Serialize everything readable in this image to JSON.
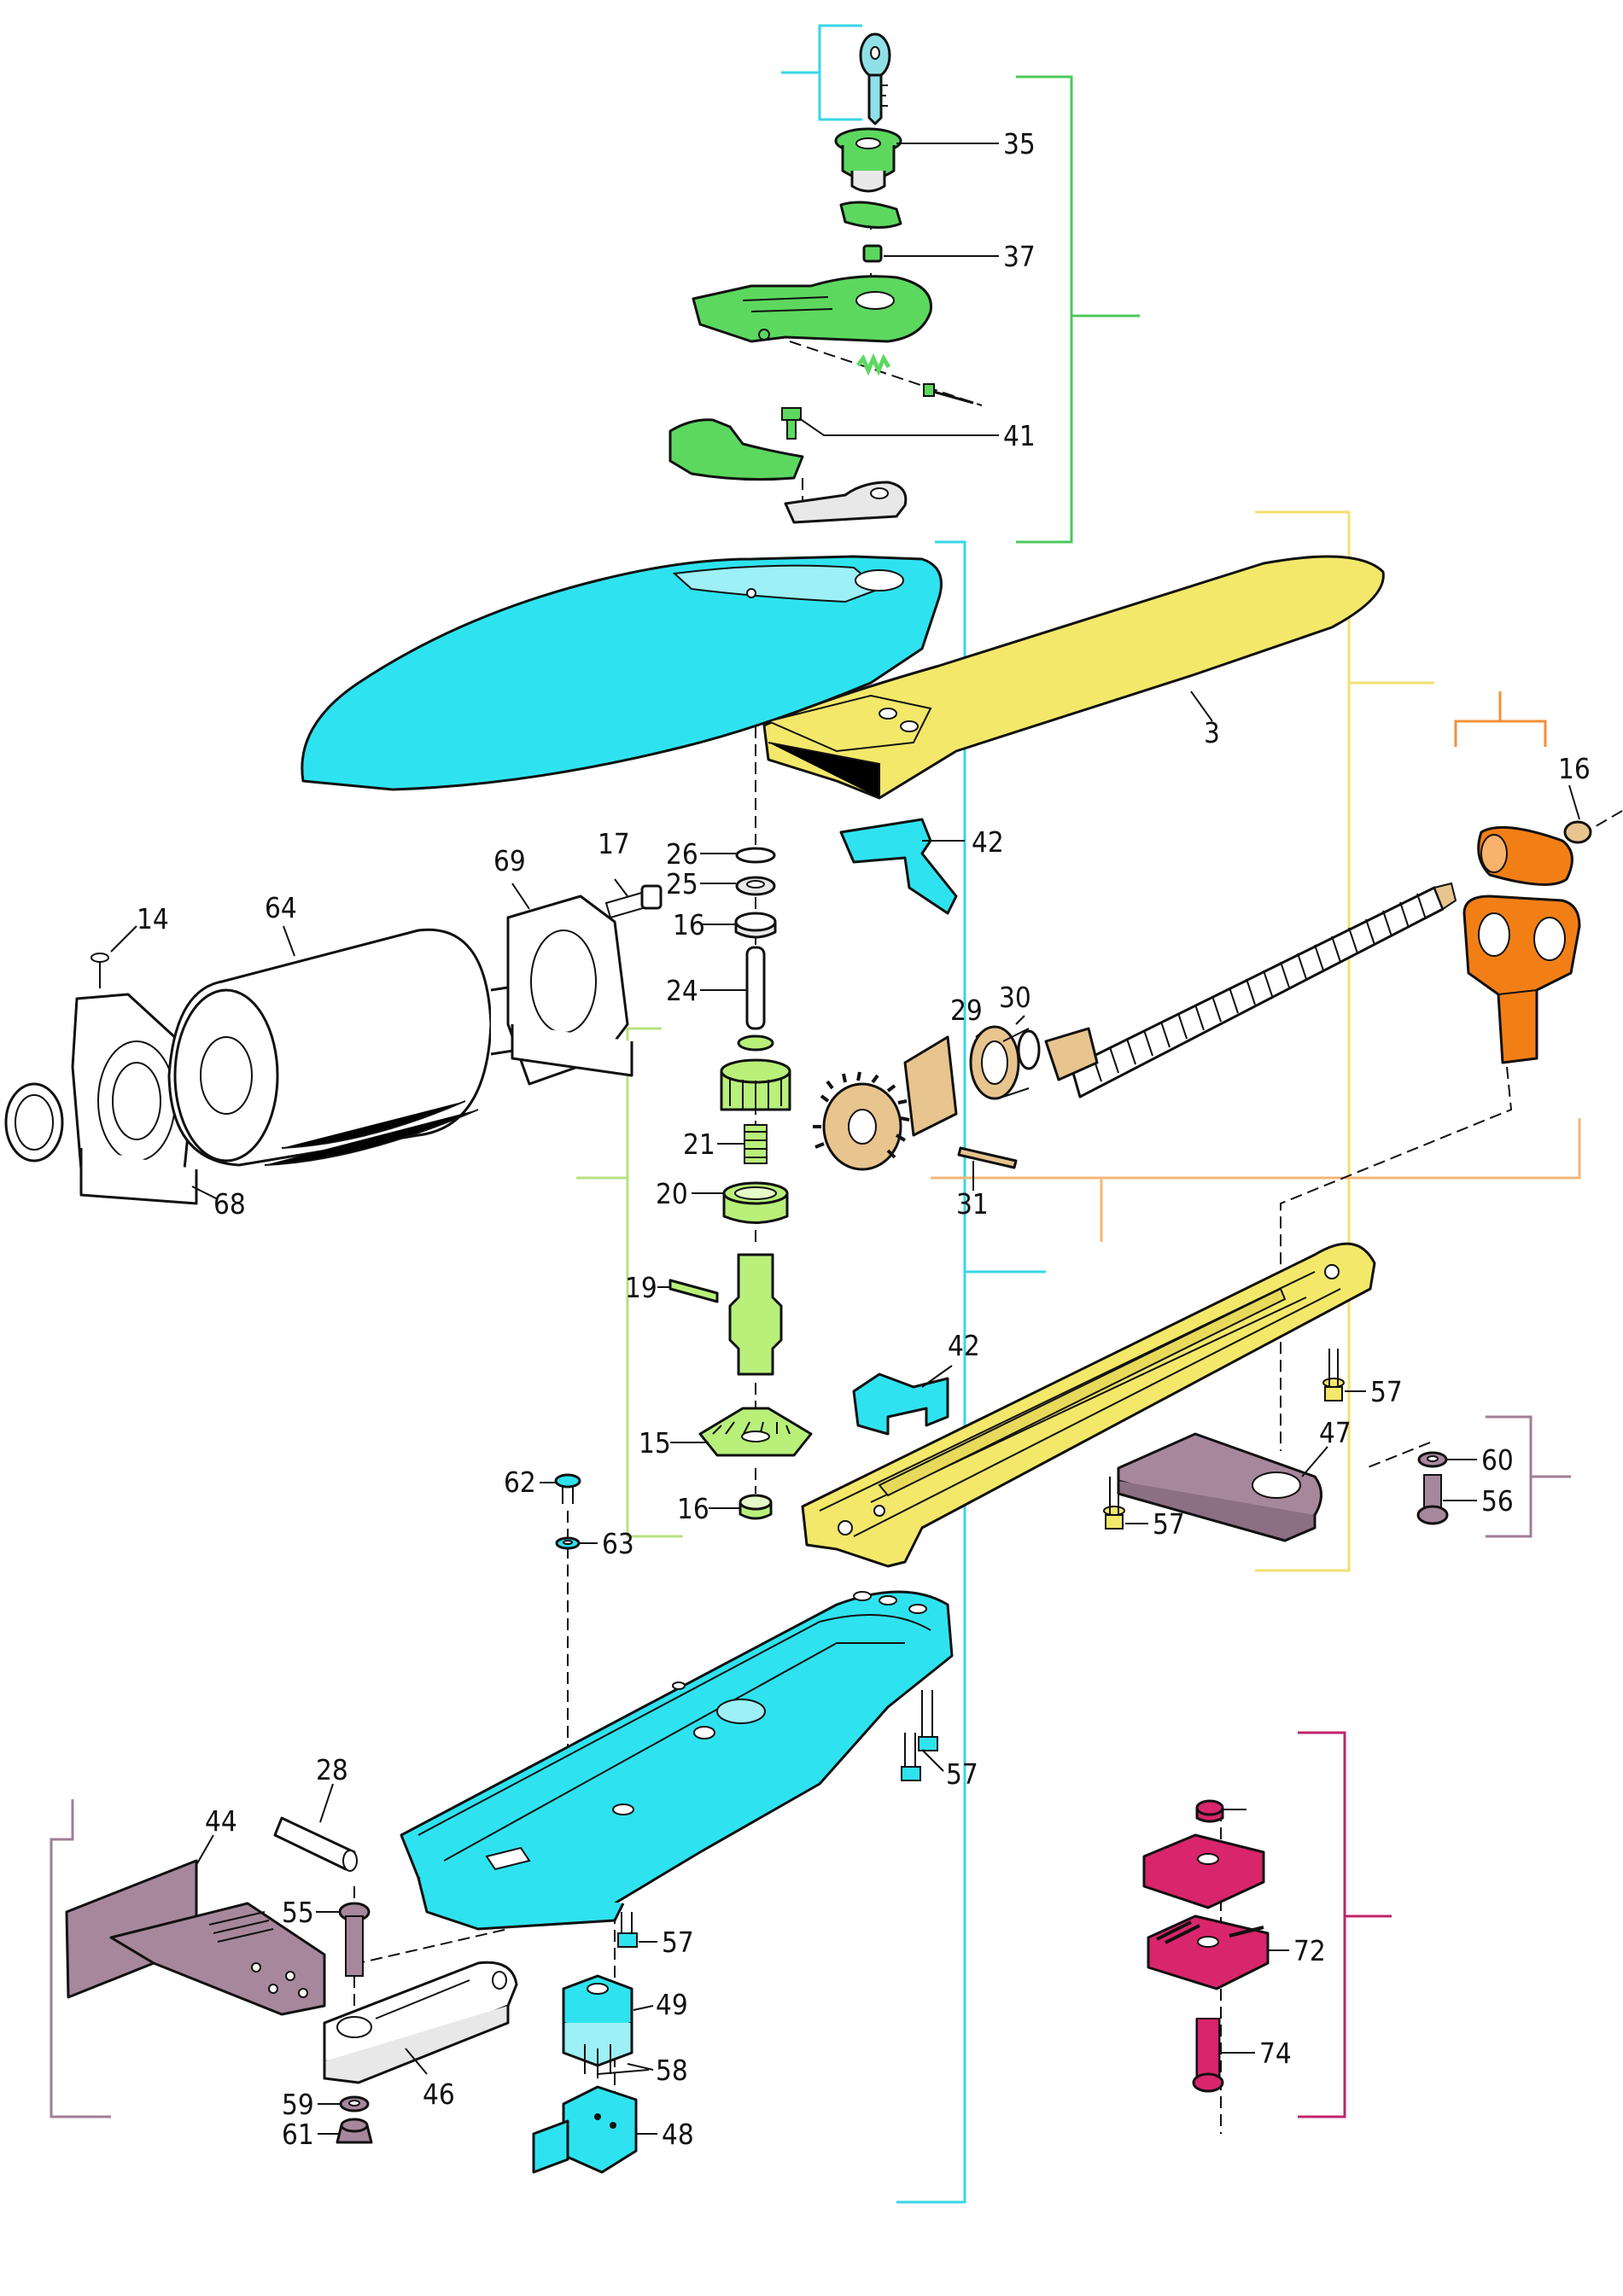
{
  "colors": {
    "cyan": "#2ee3ef",
    "yellow": "#f3e86a",
    "green": "#5cd85f",
    "light_green": "#b8f07a",
    "orange": "#f27f16",
    "tan": "#e8c48e",
    "mauve": "#a7879c",
    "magenta": "#d9256b",
    "white": "#ffffff",
    "ink": "#111111",
    "bracket_cyan": "#37d6e6",
    "bracket_green": "#4cc85a",
    "bracket_yellow": "#f0e070",
    "bracket_orange": "#f2913a",
    "bracket_lime": "#b9e27e",
    "bracket_mauve": "#a27d97",
    "bracket_magenta": "#c0246a"
  },
  "labels": {
    "p3": "3",
    "p14": "14",
    "p15": "15",
    "p16_top": "16",
    "p16_shaft": "16",
    "p16_low": "16",
    "p17": "17",
    "p19": "19",
    "p20": "20",
    "p21": "21",
    "p24": "24",
    "p25": "25",
    "p26": "26",
    "p28": "28",
    "p29": "29",
    "p30": "30",
    "p31": "31",
    "p35": "35",
    "p37": "37",
    "p41": "41",
    "p42_top": "42",
    "p42_low": "42",
    "p44": "44",
    "p46": "46",
    "p47": "47",
    "p48": "48",
    "p49": "49",
    "p55": "55",
    "p56": "56",
    "p57_a": "57",
    "p57_b": "57",
    "p57_c": "57",
    "p57_d": "57",
    "p58": "58",
    "p59": "59",
    "p60": "60",
    "p61": "61",
    "p62": "62",
    "p63": "63",
    "p64": "64",
    "p68": "68",
    "p69": "69",
    "p72": "72",
    "p74": "74"
  }
}
